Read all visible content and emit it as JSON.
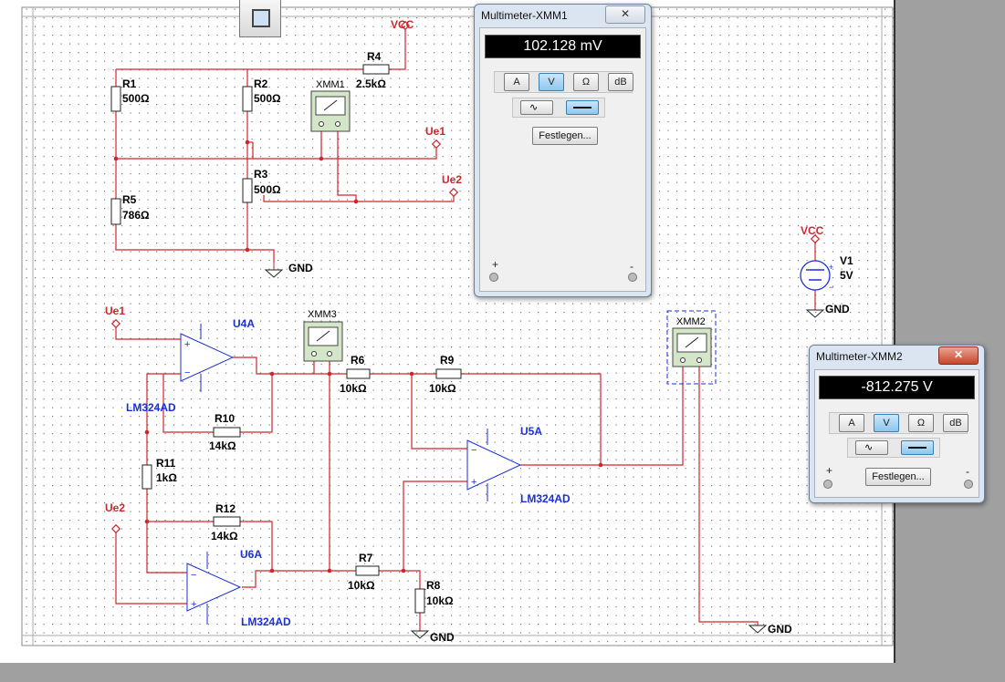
{
  "colors": {
    "wire": "#d0262b",
    "label": "#000000",
    "op_label": "#1a2fd8",
    "grid_dot": "#666666",
    "component": "#1a2fd8"
  },
  "components": {
    "vcc_top": "VCC",
    "vcc_right": "VCC",
    "gnd1": "GND",
    "gnd2": "GND",
    "gnd3": "GND",
    "gnd4": "GND",
    "r1": {
      "name": "R1",
      "value": "500Ω"
    },
    "r2": {
      "name": "R2",
      "value": "500Ω"
    },
    "r3": {
      "name": "R3",
      "value": "500Ω"
    },
    "r4": {
      "name": "R4",
      "value": "2.5kΩ"
    },
    "r5": {
      "name": "R5",
      "value": "786Ω"
    },
    "r6": {
      "name": "R6",
      "value": "10kΩ"
    },
    "r7": {
      "name": "R7",
      "value": "10kΩ"
    },
    "r8": {
      "name": "R8",
      "value": "10kΩ"
    },
    "r9": {
      "name": "R9",
      "value": "10kΩ"
    },
    "r10": {
      "name": "R10",
      "value": "14kΩ"
    },
    "r11": {
      "name": "R11",
      "value": "1kΩ"
    },
    "r12": {
      "name": "R12",
      "value": "14kΩ"
    },
    "xmm1": "XMM1",
    "xmm2": "XMM2",
    "xmm3": "XMM3",
    "ue1_top": "Ue1",
    "ue2_top": "Ue2",
    "ue1_left": "Ue1",
    "ue2_left": "Ue2",
    "u4a": "U4A",
    "u5a": "U5A",
    "u6a": "U6A",
    "lm1": "LM324AD",
    "lm2": "LM324AD",
    "lm3": "LM324AD",
    "v1": {
      "name": "V1",
      "value": "5V"
    }
  },
  "multimeter1": {
    "title": "Multimeter-XMM1",
    "reading": "102.128 mV",
    "close": "✕",
    "modes": [
      "A",
      "V",
      "Ω",
      "dB"
    ],
    "selected_mode": "V",
    "set_label": "Festlegen...",
    "plus": "+",
    "minus": "-"
  },
  "multimeter2": {
    "title": "Multimeter-XMM2",
    "reading": "-812.275 V",
    "close": "✕",
    "modes": [
      "A",
      "V",
      "Ω",
      "dB"
    ],
    "selected_mode": "V",
    "set_label": "Festlegen...",
    "plus": "+",
    "minus": "-"
  }
}
